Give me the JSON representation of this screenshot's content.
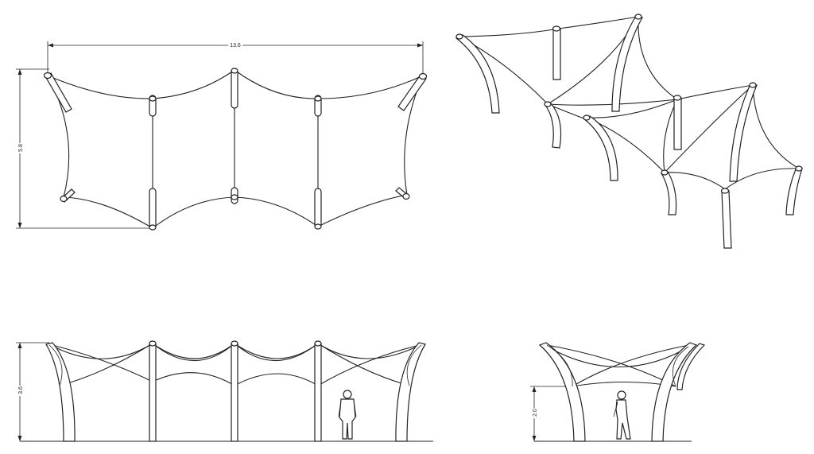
{
  "dimensions": {
    "plan_width": "13.6",
    "plan_depth": "5.8",
    "elevation_height": "3.6",
    "side_clearance": "2.0"
  },
  "views": [
    "plan-view",
    "perspective-view",
    "front-elevation",
    "side-elevation"
  ]
}
